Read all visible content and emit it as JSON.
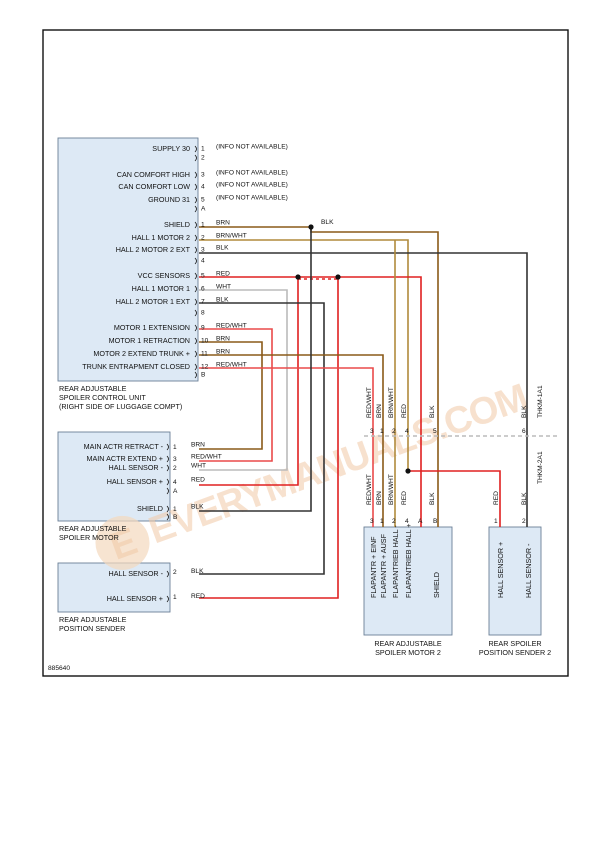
{
  "diagram_id": "885640",
  "colors": {
    "BRN": "#8a5a18",
    "BRN/WHT": "#b08a3c",
    "BLK": "#333333",
    "RED": "#e02020",
    "RED/WHT": "#ea4a4a",
    "WHT": "#bbbbbb",
    "module_fill": "#dde9f5"
  },
  "watermark": {
    "logo": "E",
    "text": "EVERYMANUALS.COM"
  },
  "control_unit": {
    "label": [
      "REAR ADJUSTABLE",
      "SPOILER CONTROL UNIT",
      "(RIGHT SIDE OF LUGGAGE COMPT)"
    ],
    "pins": [
      {
        "name": "SUPPLY 30",
        "num": "1",
        "wire": "(INFO NOT AVAILABLE)"
      },
      {
        "name": "",
        "num": "2",
        "wire": ""
      },
      {
        "name": "CAN COMFORT HIGH",
        "num": "3",
        "wire": "(INFO NOT AVAILABLE)"
      },
      {
        "name": "CAN COMFORT LOW",
        "num": "4",
        "wire": "(INFO NOT AVAILABLE)"
      },
      {
        "name": "GROUND 31",
        "num": "5",
        "wire": "(INFO NOT AVAILABLE)"
      },
      {
        "name": "",
        "num": "A",
        "wire": ""
      },
      {
        "name": "SHIELD",
        "num": "1",
        "wire": "BRN"
      },
      {
        "name": "HALL 1 MOTOR 2",
        "num": "2",
        "wire": "BRN/WHT"
      },
      {
        "name": "HALL 2 MOTOR 2 EXT",
        "num": "3",
        "wire": "BLK"
      },
      {
        "name": "",
        "num": "4",
        "wire": ""
      },
      {
        "name": "VCC SENSORS",
        "num": "5",
        "wire": "RED"
      },
      {
        "name": "HALL 1 MOTOR 1",
        "num": "6",
        "wire": "WHT"
      },
      {
        "name": "HALL 2 MOTOR 1 EXT",
        "num": "7",
        "wire": "BLK"
      },
      {
        "name": "",
        "num": "8",
        "wire": ""
      },
      {
        "name": "MOTOR 1 EXTENSION",
        "num": "9",
        "wire": "RED/WHT"
      },
      {
        "name": "MOTOR 1 RETRACTION",
        "num": "10",
        "wire": "BRN"
      },
      {
        "name": "MOTOR 2 EXTEND TRUNK +",
        "num": "11",
        "wire": "BRN"
      },
      {
        "name": "TRUNK ENTRAPMENT CLOSED",
        "num": "12",
        "wire": "RED/WHT"
      },
      {
        "name": "",
        "num": "B",
        "wire": ""
      }
    ],
    "shield_wire": "BLK"
  },
  "motor1": {
    "label": [
      "REAR ADJUSTABLE",
      "SPOILER MOTOR"
    ],
    "pins": [
      {
        "name": "MAIN ACTR RETRACT -",
        "num": "1",
        "wire": "BRN"
      },
      {
        "name": "MAIN ACTR EXTEND +",
        "num": "3",
        "wire": "RED/WHT"
      },
      {
        "name": "HALL SENSOR -",
        "num": "2",
        "wire": "WHT"
      },
      {
        "name": "HALL SENSOR +",
        "num": "4",
        "wire": "RED"
      },
      {
        "name": "",
        "num": "A",
        "wire": ""
      },
      {
        "name": "SHIELD",
        "num": "1",
        "wire": "BLK"
      },
      {
        "name": "",
        "num": "B",
        "wire": ""
      }
    ]
  },
  "sender1": {
    "label": [
      "REAR ADJUSTABLE",
      "POSITION SENDER"
    ],
    "pins": [
      {
        "name": "HALL SENSOR -",
        "num": "2",
        "wire": "BLK"
      },
      {
        "name": "HALL SENSOR +",
        "num": "1",
        "wire": "RED"
      }
    ]
  },
  "motor2": {
    "label": [
      "REAR ADJUSTABLE",
      "SPOILER MOTOR 2"
    ],
    "pins": [
      {
        "name": "FLAPANTR + EINF",
        "upper": "3",
        "lower": "3",
        "wire_top": "RED/WHT",
        "wire_bottom": "RED/WHT"
      },
      {
        "name": "FLAPANTR + AUSF",
        "upper": "1",
        "lower": "1",
        "wire_top": "BRN",
        "wire_bottom": "BRN"
      },
      {
        "name": "FLAPANTRIEB HALL -",
        "upper": "2",
        "lower": "2",
        "wire_top": "BRN/WHT",
        "wire_bottom": "BRN/WHT"
      },
      {
        "name": "FLAPANTRIEB HALL +",
        "upper": "4",
        "lower": "4",
        "wire_top": "RED",
        "wire_bottom": "RED"
      },
      {
        "name": "",
        "upper": "",
        "lower": "A",
        "wire_top": "",
        "wire_bottom": ""
      },
      {
        "name": "SHIELD",
        "upper": "5",
        "lower": "B",
        "wire_top": "BLK",
        "wire_bottom": "BLK"
      }
    ],
    "connector": "THKM-1A1"
  },
  "sender2": {
    "label": [
      "REAR SPOILER",
      "POSITION SENDER 2"
    ],
    "pins": [
      {
        "name": "HALL SENSOR +",
        "upper": "",
        "lower": "1",
        "wire_top": "",
        "wire_bottom": "RED"
      },
      {
        "name": "HALL SENSOR -",
        "upper": "6",
        "lower": "2",
        "wire_top": "BLK",
        "wire_bottom": "BLK"
      }
    ],
    "connector": "THKM-2A1"
  }
}
